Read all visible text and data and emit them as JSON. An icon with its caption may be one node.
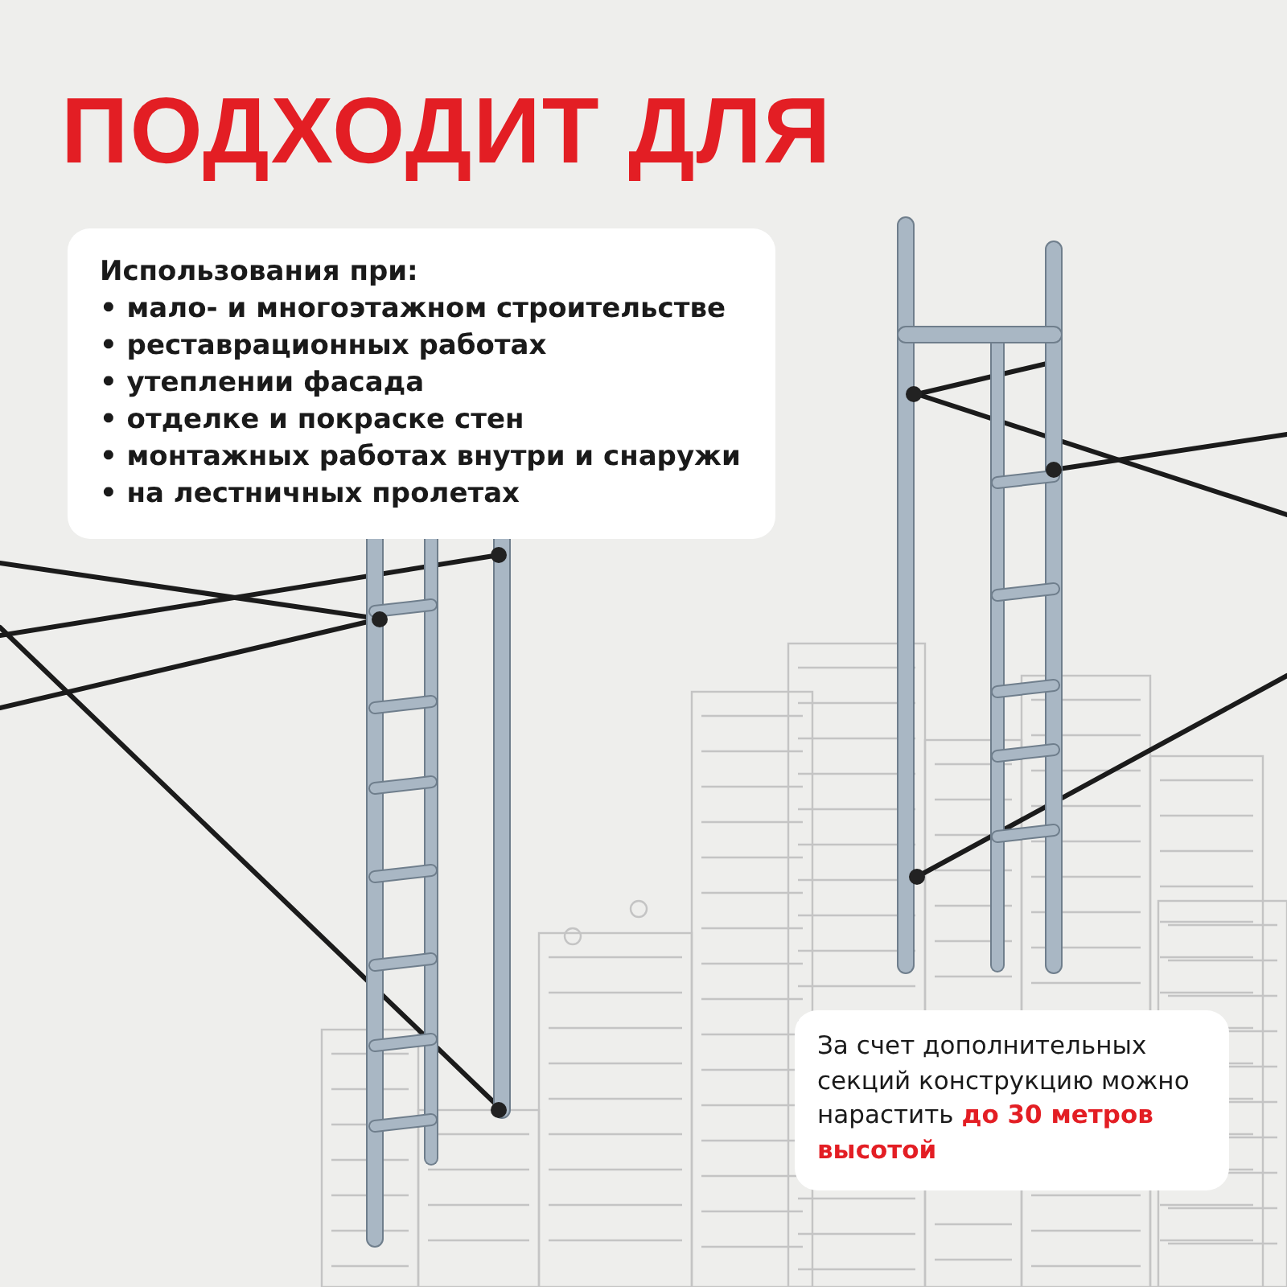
{
  "diagram": {
    "title": "ПОДХОДИТ ДЛЯ",
    "nodes": [
      {
        "text": [
          "Использования при:",
          "• мало- и многоэтажном строительстве",
          "• реставрационных работах",
          "• утеплении фасада",
          "• отделке и покраске стен",
          "• монтажных работах внутри и снаружи",
          "• на лестничных пролетах"
        ]
      },
      {
        "text": [
          "За счет дополнительных секций конструкцию можно нарастить **до 30 метров высотой**"
        ]
      }
    ]
  }
}
